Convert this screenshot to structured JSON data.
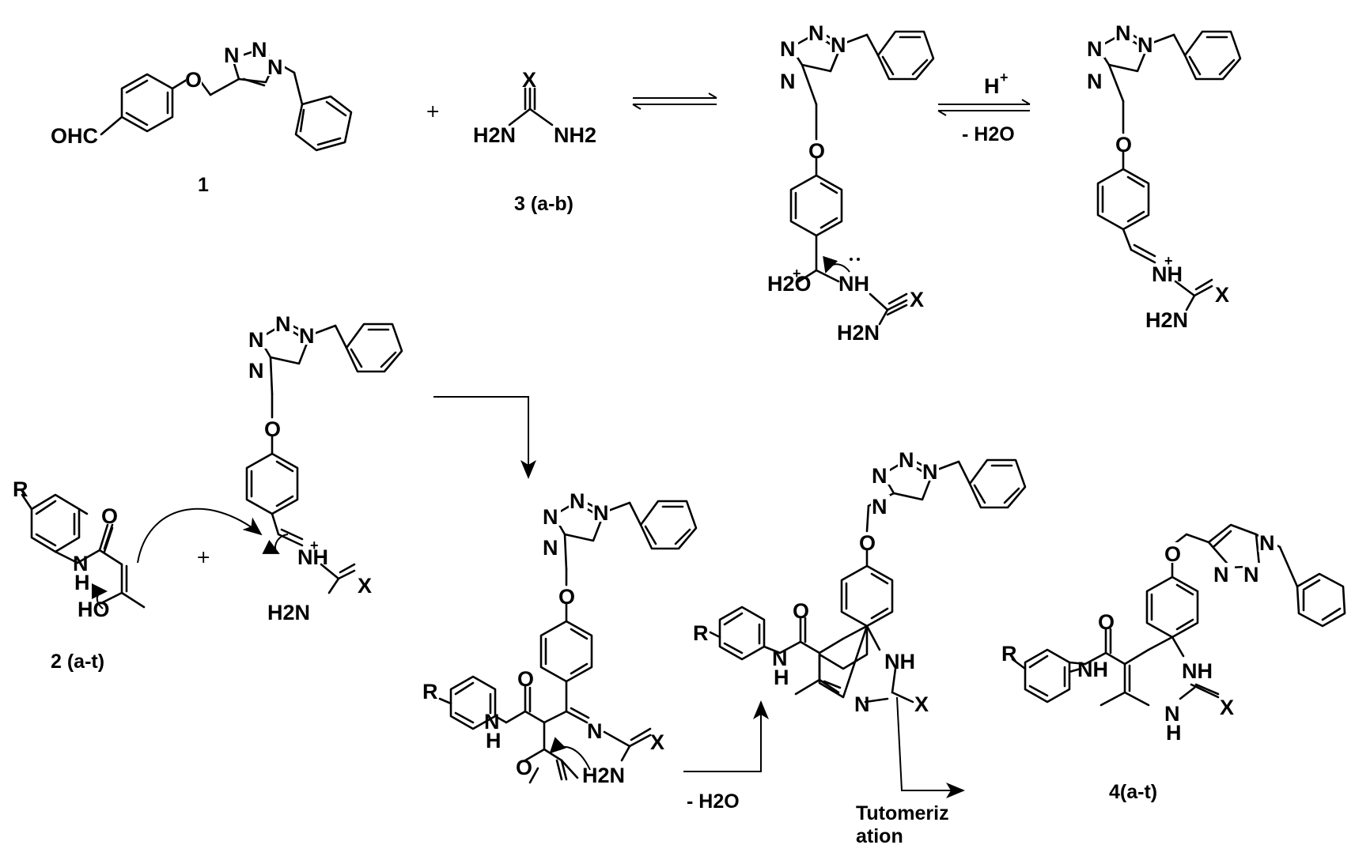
{
  "compound_labels": {
    "aldehyde": "1",
    "urea": "3 (a-b)",
    "ketoamide": "2 (a-t)",
    "product": "4(a-t)"
  },
  "reagents": {
    "acid": "H",
    "acid_charge": "+",
    "water_loss": "- H2O",
    "plus": "+"
  },
  "steps": {
    "tautomerization_line1": "Tutomeriz",
    "tautomerization_line2": "ation",
    "water_loss_bottom": "- H2O"
  },
  "atoms": {
    "aldehyde_group": "OHC",
    "oxygen": "O",
    "nitrogen": "N",
    "heteroatom": "X",
    "amine_h2n": "H2N",
    "amine_nh2": "NH2",
    "nh": "NH",
    "h": "H",
    "hydroxy": "HO",
    "substituent": "R",
    "oxonium": "H2O",
    "iminium": "NH"
  }
}
